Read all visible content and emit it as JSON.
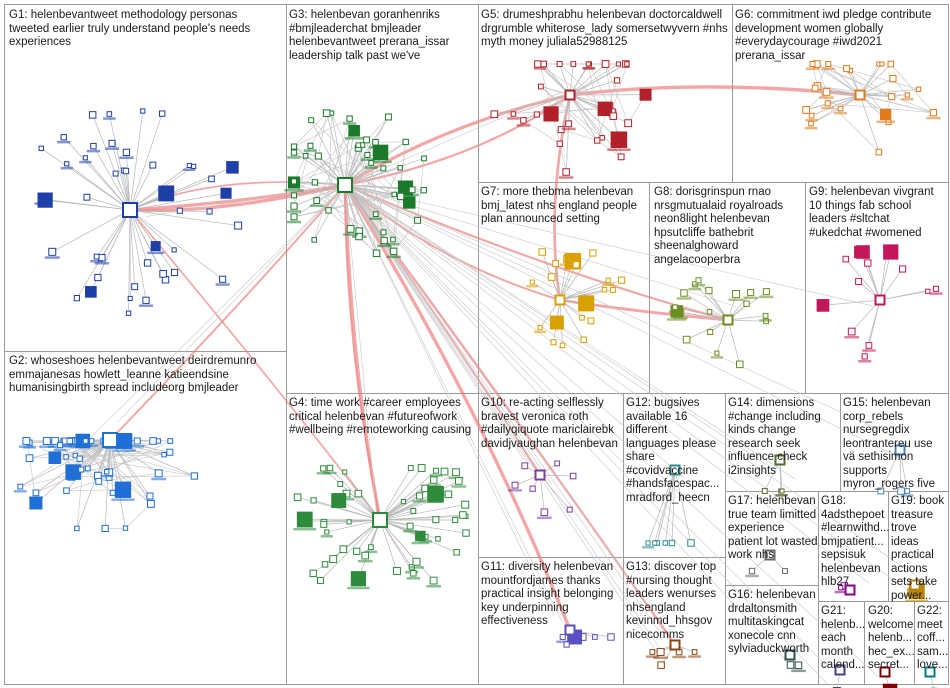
{
  "groups": [
    {
      "id": "G1",
      "label": "G1: helenbevantweet methodology personas tweeted earlier truly understand people's needs experiences",
      "color": "#1f3fa8"
    },
    {
      "id": "G2",
      "label": "G2: whoseshoes helenbevantweet deirdremunro emmajanesas howlett_leanne katieendsine humanisingbirth spread includeorg bmjleader",
      "color": "#1f6fd6"
    },
    {
      "id": "G3",
      "label": "G3: helenbevan goranhenriks #bmjleaderchat bmjleader helenbevantweet prerana_issar leadership talk past we've",
      "color": "#1b7a2c"
    },
    {
      "id": "G4",
      "label": "G4: time work #career employees critical helenbevan #futureofwork #wellbeing #remoteworking causing",
      "color": "#2e8b3c"
    },
    {
      "id": "G5",
      "label": "G5: drumeshprabhu helenbevan doctorcaldwell drgrumble whiterose_lady somersetwyvern #nhs myth money juliala52988125",
      "color": "#b3202a"
    },
    {
      "id": "G6",
      "label": "G6: commitment iwd pledge contribute development women globally #everydaycourage #iwd2021 prerana_issar",
      "color": "#e07a1a"
    },
    {
      "id": "G7",
      "label": "G7: more thebma helenbevan bmj_latest nhs england people plan announced setting",
      "color": "#d8a000"
    },
    {
      "id": "G8",
      "label": "G8: dorisgrinspun rnao nrsgmutualaid royalroads neon8light helenbevan hpsutcliffe bathebrit sheenalghoward angelacooperbra",
      "color": "#6b8e23"
    },
    {
      "id": "G9",
      "label": "G9: helenbevan vivgrant 10 things fab school leaders #sltchat #ukedchat #womened",
      "color": "#c2185b"
    },
    {
      "id": "G10",
      "label": "G10: re-acting selflessly bravest veronica roth #dailyqiquote mariclairebk davidjvaughan helenbevan",
      "color": "#7b3fa0"
    },
    {
      "id": "G11",
      "label": "G11: diversity helenbevan mountfordjames thanks practical insight belonging key underpinning effectiveness",
      "color": "#5a4fc0"
    },
    {
      "id": "G12",
      "label": "G12: bugsives available 16 different languages please share #covidvaccine #handsfacespac... mradford_heecn",
      "color": "#2e8b8b"
    },
    {
      "id": "G13",
      "label": "G13: discover top #nursing thought leaders wenurses nhsengland kevinmd_hhsgov nicecomms",
      "color": "#8b4513"
    },
    {
      "id": "G14",
      "label": "G14: dimensions #change including kinds change research seek influence check i2insights",
      "color": "#556b2f"
    },
    {
      "id": "G15",
      "label": "G15: helenbevan corp_rebels nursegregdix leontrantereu use vä sethisimon supports myron_rogers five",
      "color": "#4682b4"
    },
    {
      "id": "G16",
      "label": "G16: helenbevan drdaltonsmith multitaskingcat xonecole cnn sylviaduckworth",
      "color": "#696969"
    },
    {
      "id": "G17",
      "label": "G17: helenbevan true team limitted experience patient lot wasted work nhs",
      "color": "#8b008b"
    },
    {
      "id": "G18",
      "label": "G18: 4adsthepoet #learnwithd... bmjpatient... sepsisuk helenbevan hlb27",
      "color": "#b8860b"
    },
    {
      "id": "G19",
      "label": "G19: book treasure trove ideas practical actions sets take power...",
      "color": "#2f4f4f"
    },
    {
      "id": "G20",
      "label": "G20: welcome helenb... hec_ex... secret...",
      "color": "#483d8b"
    },
    {
      "id": "G21",
      "label": "G21: helenb... each month calend...",
      "color": "#800000"
    },
    {
      "id": "G22",
      "label": "G22: meet coff... sam... love...",
      "color": "#008080"
    }
  ]
}
